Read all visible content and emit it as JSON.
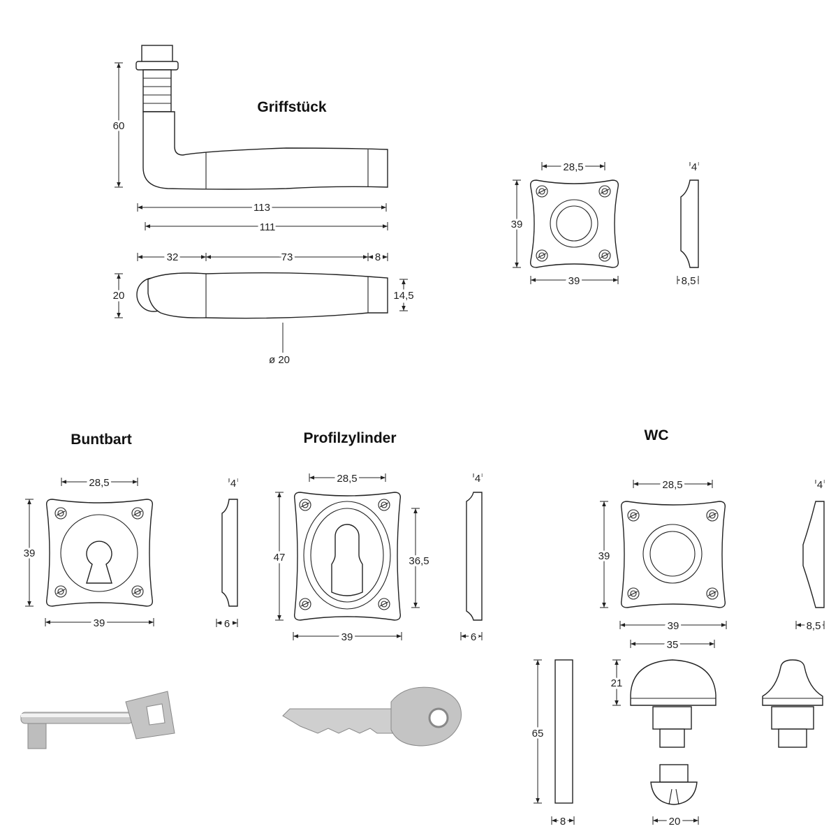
{
  "titles": {
    "lever": "Griffstück",
    "buntbart": "Buntbart",
    "profil": "Profilzylinder",
    "wc": "WC"
  },
  "lever": {
    "height": "60",
    "length_a": "113",
    "length_b": "111",
    "seg1": "32",
    "seg2": "73",
    "seg3": "8",
    "width": "20",
    "tip": "14,5",
    "diameter": "ø 20"
  },
  "rosette": {
    "hole_spacing": "28,5",
    "height": "39",
    "width": "39",
    "thickness": "4",
    "depth": "8,5"
  },
  "buntbart": {
    "hole_spacing": "28,5",
    "height": "39",
    "width": "39",
    "thickness": "4",
    "depth": "6"
  },
  "profil": {
    "hole_spacing": "28,5",
    "height": "47",
    "cyl_height": "36,5",
    "width": "39",
    "thickness": "4",
    "depth": "6"
  },
  "wc": {
    "hole_spacing": "28,5",
    "height": "39",
    "width": "39",
    "thickness": "4",
    "depth": "8,5",
    "knob_width": "35",
    "knob_height": "21",
    "spindle_length": "65",
    "spindle_width": "8",
    "nut_width": "20"
  }
}
